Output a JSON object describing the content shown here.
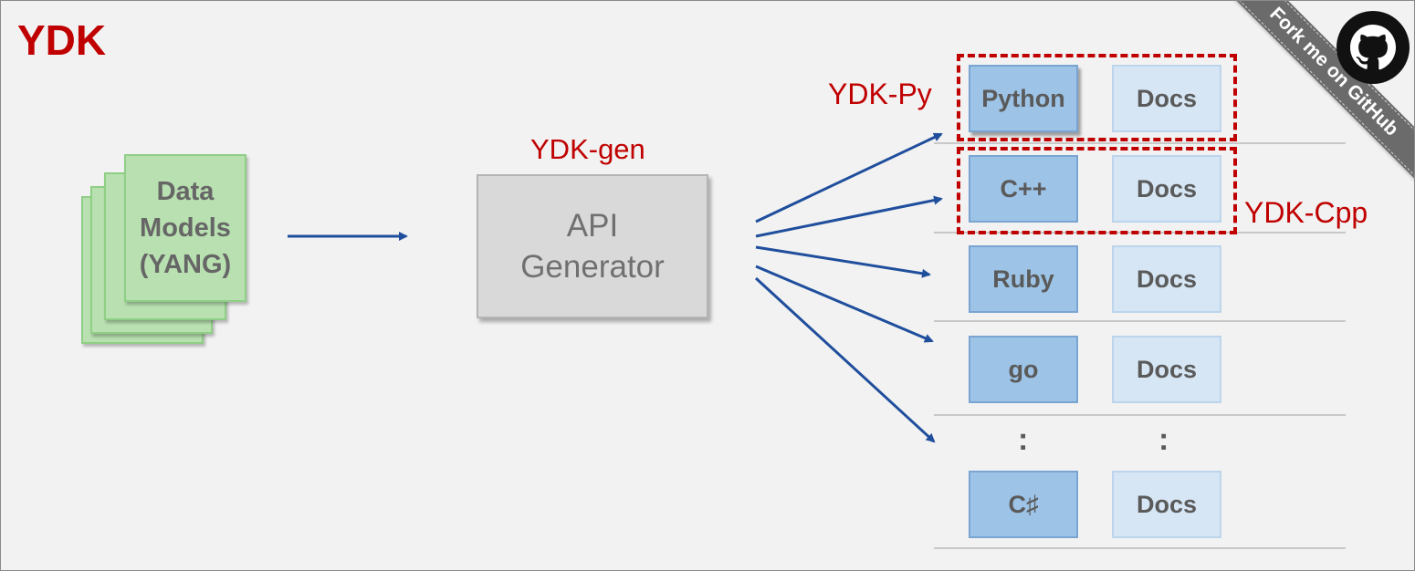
{
  "diagram": {
    "title": "YDK",
    "input": {
      "line1": "Data",
      "line2": "Models",
      "line3": "(YANG)"
    },
    "generator": {
      "label": "YDK-gen",
      "line1": "API",
      "line2": "Generator"
    },
    "bundle_labels": {
      "py": "YDK-Py",
      "cpp": "YDK-Cpp"
    },
    "rows": [
      {
        "lang": "Python",
        "docs": "Docs"
      },
      {
        "lang": "C++",
        "docs": "Docs"
      },
      {
        "lang": "Ruby",
        "docs": "Docs"
      },
      {
        "lang": "go",
        "docs": "Docs"
      },
      {
        "lang": "C♯",
        "docs": "Docs"
      }
    ],
    "ellipsis": ":",
    "fork_banner": "Fork me on GitHub"
  },
  "colors": {
    "accent_red": "#c00000",
    "arrow_blue": "#1f4e9c",
    "lang_box": "#9dc3e6",
    "docs_box": "#d6e6f4",
    "data_models": "#b8e0b0"
  },
  "icons": {
    "github": "github-octocat-icon"
  }
}
